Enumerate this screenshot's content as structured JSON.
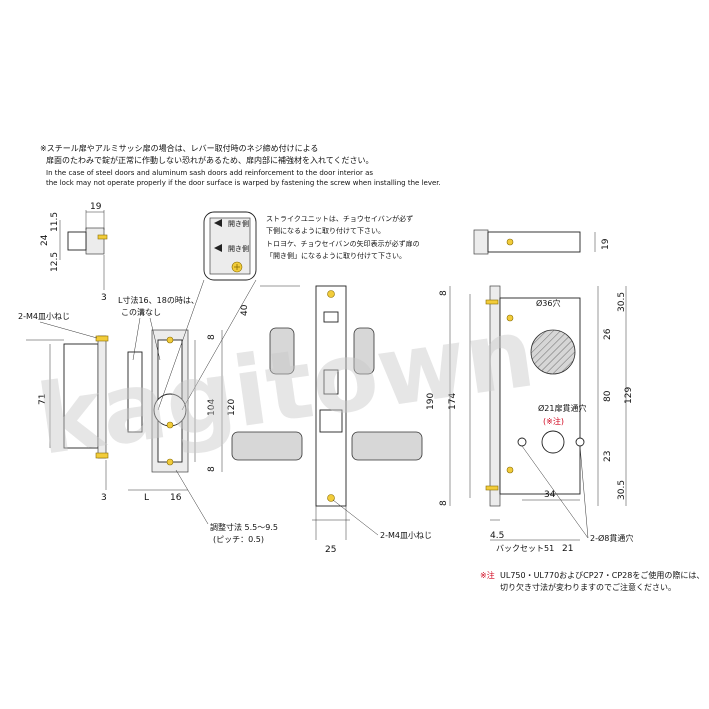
{
  "notes": {
    "jp_line1": "※スチール扉やアルミサッシ扉の場合は、レバー取付時のネジ締め付けによる",
    "jp_line2": "扉面のたわみで錠が正常に作動しない恐れがあるため、扉内部に補強材を入れてください。",
    "en_line1": "In the case of steel doors and aluminum sash doors add reinforcement to the door interior as",
    "en_line2": "the lock may not operate properly if the door surface is warped by fastening the screw when installing the lever."
  },
  "strike_note": {
    "line1": "ストライクユニットは、チョウセイバンが必ず",
    "line2": "下側になるように取り付けて下さい。",
    "line3": "トロヨケ、チョウセイバンの矢印表示が必ず扉の",
    "line4": "「開き側」になるように取り付けて下さい。"
  },
  "detail_labels": {
    "open_side_1": "開き側",
    "open_side_2": "開き側"
  },
  "left_view": {
    "dim_19": "19",
    "dim_11_5": "11.5",
    "dim_24": "24",
    "dim_12_5": "12.5",
    "dim_3_top": "3",
    "dim_3_bottom": "3",
    "dim_71": "71",
    "screw_label": "2-M4皿小ねじ"
  },
  "strike_view": {
    "l_note_1": "L寸法16、18の時は、",
    "l_note_2": "この溝なし",
    "dim_104": "104",
    "dim_120": "120",
    "dim_8_top": "8",
    "dim_8_bottom": "8",
    "dim_L": "L",
    "dim_16": "16",
    "adjust_1": "調整寸法 5.5～9.5",
    "adjust_2": "(ピッチ：0.5)"
  },
  "front_view": {
    "dim_40": "40",
    "dim_190": "190",
    "dim_174": "174",
    "dim_8_top": "8",
    "dim_8_bottom": "8",
    "dim_25": "25",
    "screw_label": "2-M4皿小ねじ"
  },
  "side_view": {
    "dim_19": "19",
    "dim_30_5_top": "30.5",
    "dim_26": "26",
    "dim_80": "80",
    "dim_129": "129",
    "dim_23": "23",
    "dim_30_5_bottom": "30.5",
    "dim_34": "34",
    "dim_4_5": "4.5",
    "dim_21": "21",
    "backset": "バックセット51",
    "hole_36": "Ø36穴",
    "hole_21": "Ø21扉貫通穴",
    "hole_21_note": "(※注)",
    "hole_8": "2-Ø8貫通穴"
  },
  "bottom_note": {
    "mark": "※注",
    "line1": "UL750・UL770およびCP27・CP28をご使用の際には、",
    "line2": "切り欠き寸法が変わりますのでご注意ください。"
  },
  "watermark": "kagitown",
  "colors": {
    "screw": "#f2cc3a",
    "note_red": "#d0021b",
    "line": "#222222"
  }
}
